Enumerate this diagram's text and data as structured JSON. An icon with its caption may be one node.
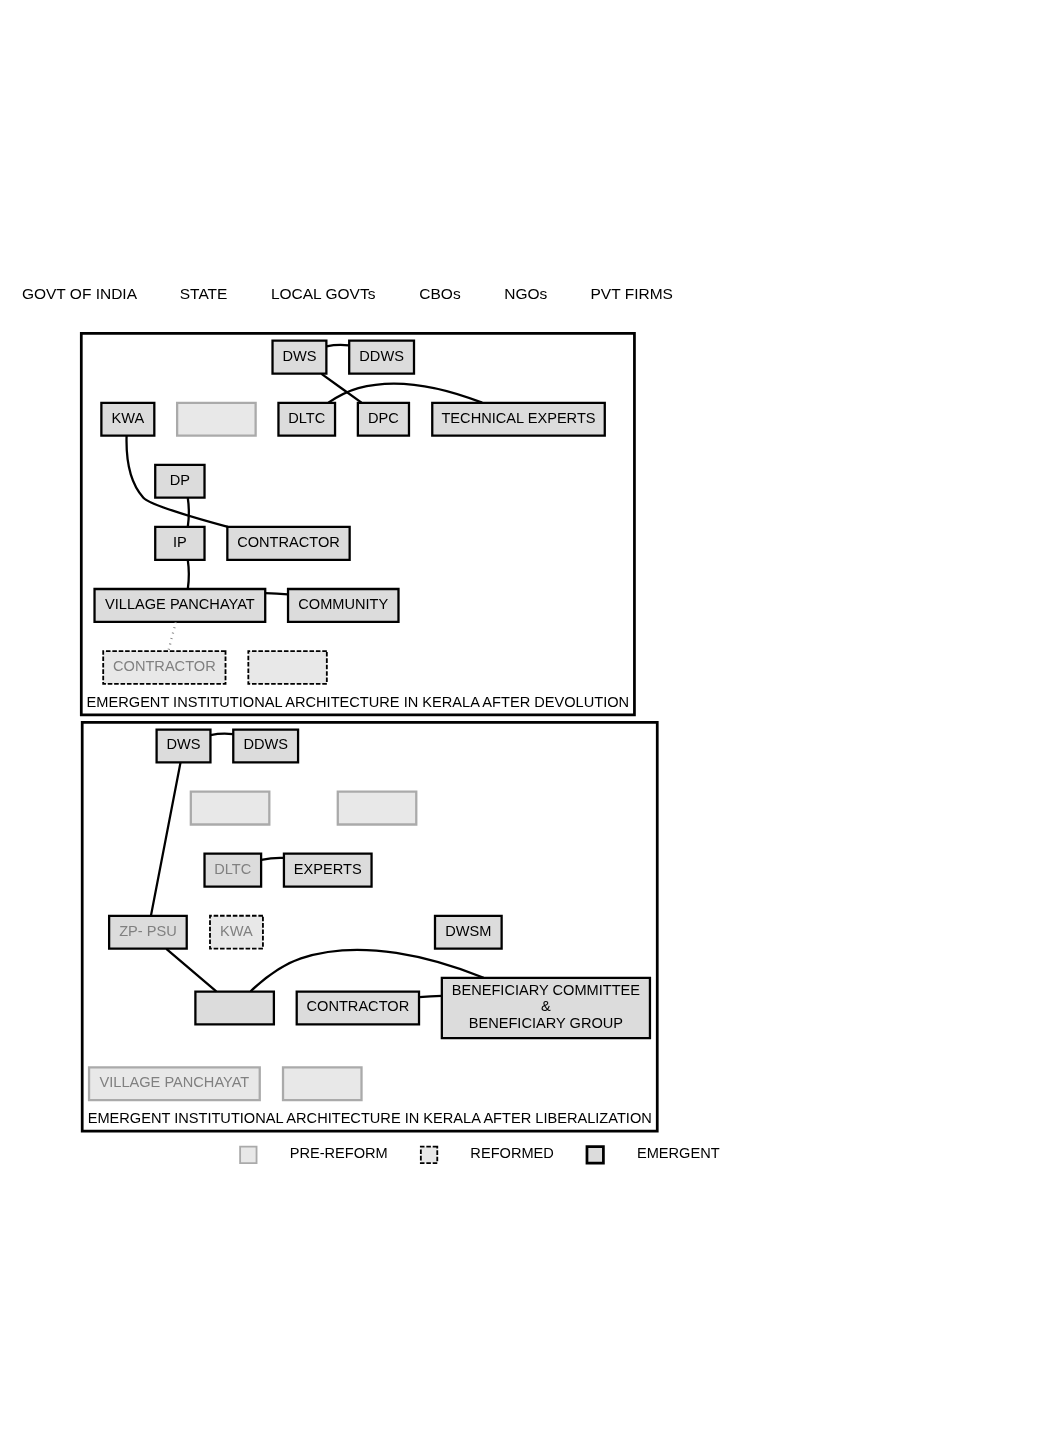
{
  "diagram": {
    "nodes": [
      {
        "text": [
          "EMERGENT INSTITUTIONAL ARCHITECTURE IN KERALA AFTER DEVOLUTION"
        ]
      },
      {
        "text": [
          "DDWS"
        ],
        "in": 0
      },
      {
        "text": [
          "DWS"
        ],
        "in": 0
      },
      {
        "text": [
          "KWA"
        ],
        "in": 0
      },
      {
        "text": [
          "DLTC"
        ],
        "in": 0
      },
      {
        "text": [
          "DPC"
        ],
        "in": 0
      },
      {
        "text": [
          "DP"
        ],
        "in": 0
      },
      {
        "text": [
          "IP"
        ],
        "in": 0
      },
      {
        "text": [
          "TECHNICAL EXPERTS"
        ],
        "in": 0
      },
      {
        "text": [
          "CONTRACTOR"
        ],
        "in": 0
      },
      {
        "text": [
          "VILLAGE PANCHAYAT"
        ],
        "in": 0
      },
      {
        "text": [
          "COMMUNITY"
        ],
        "in": 0
      },
      {
        "text": [
          "CONTRACTOR"
        ],
        "in": 0
      },
      {
        "text": [],
        "shape": "box",
        "in": 0
      },
      {
        "text": [],
        "shape": "box",
        "in": 0
      },
      {
        "text": [
          "EMERGENT INSTITUTIONAL ARCHITECTURE IN KERALA AFTER LIBERALIZATION"
        ]
      },
      {
        "text": [
          "DDWS"
        ],
        "in": 15
      },
      {
        "text": [
          "DWS"
        ],
        "in": 15
      },
      {
        "text": [],
        "shape": "box",
        "in": 15
      },
      {
        "text": [],
        "shape": "box",
        "in": 15
      },
      {
        "text": [
          "DLTC"
        ],
        "in": 15
      },
      {
        "text": [
          "DWSM"
        ],
        "in": 15
      },
      {
        "text": [
          "KWA"
        ],
        "in": 15
      },
      {
        "text": [],
        "shape": "box",
        "in": 15
      },
      {
        "text": [
          "ZP- PSU"
        ],
        "in": 15
      },
      {
        "text": [
          "EXPERTS"
        ],
        "in": 15
      },
      {
        "text": [],
        "shape": "box",
        "in": 15
      },
      {
        "text": [
          "VILLAGE PANCHAYAT"
        ],
        "in": 15
      },
      {
        "text": [
          "BENEFICIARY COMMITTEE",
          "&",
          "BENEFICIARY GROUP"
        ],
        "in": 15
      },
      {
        "text": [
          "CONTRACTOR"
        ],
        "in": 15
      }
    ],
    "edges": [
      {
        "from": 1,
        "to": 2,
        "arrow": "none"
      },
      {
        "from": 2,
        "to": 5,
        "arrow": "none"
      },
      {
        "from": 4,
        "to": 8,
        "arrow": "none"
      },
      {
        "from": 6,
        "to": 7,
        "arrow": "none"
      },
      {
        "from": 7,
        "to": 10,
        "arrow": "none"
      },
      {
        "from": 3,
        "to": 9,
        "arrow": "none"
      },
      {
        "from": 10,
        "to": 11,
        "arrow": "none"
      },
      {
        "from": 10,
        "to": 12,
        "arrow": "none",
        "style": "dashed",
        "color": "#808080"
      },
      {
        "from": 16,
        "to": 17,
        "arrow": "none"
      },
      {
        "from": 17,
        "to": 24,
        "arrow": "none"
      },
      {
        "from": 20,
        "to": 25,
        "arrow": "none"
      },
      {
        "from": 24,
        "to": 26,
        "arrow": "none"
      },
      {
        "from": 26,
        "to": 28,
        "arrow": "none"
      },
      {
        "from": 28,
        "to": 29,
        "arrow": "none"
      }
    ],
    "labels": [
      "GOVT OF INDIA",
      "STATE",
      "LOCAL GOVTs",
      "CBOs",
      "NGOs",
      "PVT FIRMS"
    ],
    "legend": [
      {
        "text": "PRE-REFORM",
        "color": "#e8e8e8"
      },
      {
        "text": "REFORMED"
      },
      {
        "text": "EMERGENT"
      }
    ]
  }
}
